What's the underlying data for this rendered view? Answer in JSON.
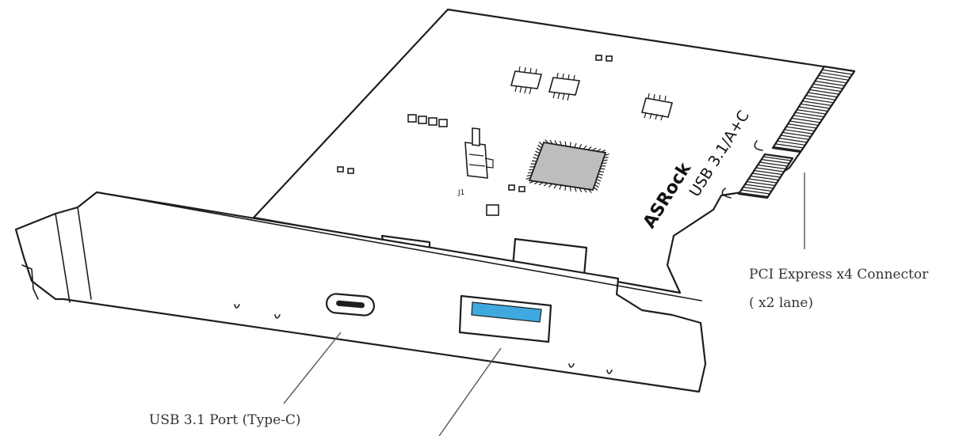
{
  "board": {
    "brand": "ASRock",
    "product_name": "USB 3.1/A+C",
    "header_label": "J1"
  },
  "labels": {
    "pcie_connector_line1": "PCI Express x4 Connector",
    "pcie_connector_line2": "( x2 lane)",
    "usb_c_port": "USB 3.1 Port (Type-C)"
  },
  "colors": {
    "usb_a_insert": "#3fa9df"
  }
}
